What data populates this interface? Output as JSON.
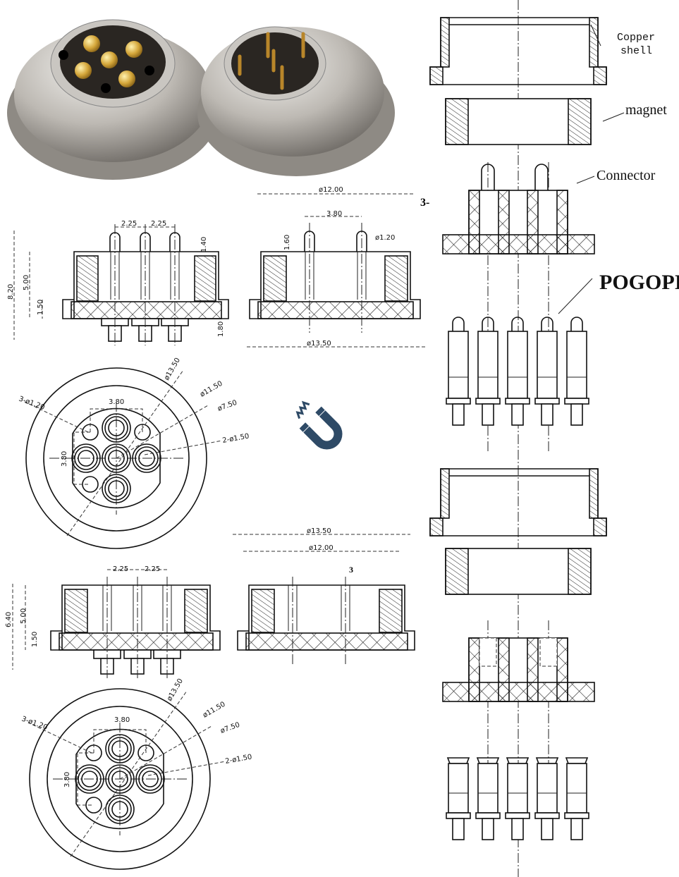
{
  "labels": {
    "copper": "Copper",
    "shell": "shell",
    "magnet": "magnet",
    "connector": "Connector",
    "pogopin": "POGOPIN"
  },
  "side_top_left": {
    "pitch1": "2.25",
    "pitch2": "2.25",
    "pin_height": "1.40",
    "total_height": "8.20",
    "body_height": "5.00",
    "flange_height": "1.50",
    "tail": "1.80"
  },
  "side_top_right": {
    "inner_dia": "ø12.00",
    "pin_spacing": "3.80",
    "pin_height": "1.60",
    "pin_dia": "ø1.20",
    "callout": "3-",
    "outer_dia": "ø13.50"
  },
  "plan_top": {
    "outer": "ø13.50",
    "mid": "ø11.50",
    "inner": "ø7.50",
    "pins": "2-ø1.50",
    "holes": "3-ø1.20",
    "h_spacing": "3.80",
    "v_spacing": "3.80"
  },
  "side_bottom_left": {
    "pitch1": "2.25",
    "pitch2": "2.25",
    "total_height": "6.40",
    "body_height": "5.00",
    "flange_height": "1.50"
  },
  "side_bottom_right": {
    "outer_dia": "ø13.50",
    "inner_dia": "ø12.00",
    "callout": "3"
  },
  "plan_bottom": {
    "outer": "ø13.50",
    "mid": "ø11.50",
    "inner": "ø7.50",
    "pins": "2-ø1.50",
    "holes": "3-ø1.20",
    "h_spacing": "3.80",
    "v_spacing": "3.80"
  },
  "icon": {
    "name": "magnet-icon",
    "color": "#2e4a66"
  },
  "photo": {
    "metal": "#c9c6c1",
    "gold": "#d4a63a",
    "insulator": "#2a2622"
  }
}
